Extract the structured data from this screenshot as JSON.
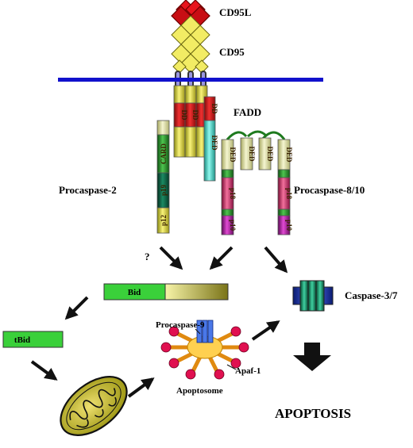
{
  "labels": {
    "ligand": "CD95L",
    "receptor": "CD95",
    "adaptor": "FADD",
    "procaspase2": "Procaspase-2",
    "procaspase810": "Procaspase-8/10",
    "bid": "Bid",
    "tbid": "tBid",
    "caspase37": "Caspase-3/7",
    "procaspase9": "Procaspase-9",
    "apaf1": "Apaf-1",
    "apoptosome": "Apoptosome",
    "apoptosis": "APOPTOSIS",
    "question": "?"
  },
  "domains": {
    "dd": "DD",
    "ded": "DED",
    "card": "CARD",
    "p19": "p19",
    "p12": "p12",
    "p18": "p18",
    "p10": "p10"
  },
  "colors": {
    "membrane": "#1111cc",
    "ligand_red": "#e8141c",
    "receptor_yellow": "#f2ec64",
    "dd_red": "#e21b1b",
    "fadd_cyan": "#5ef0e0",
    "green": "#2f9a2f",
    "dark_teal": "#0d6b4a",
    "pink": "#e0407a",
    "magenta": "#c020b0",
    "bid_green": "#3ad03a",
    "caspase_blue": "#1f3fe0",
    "caspase_green": "#13a070",
    "arrow": "#111111",
    "mito_fill": "#d4c838"
  }
}
